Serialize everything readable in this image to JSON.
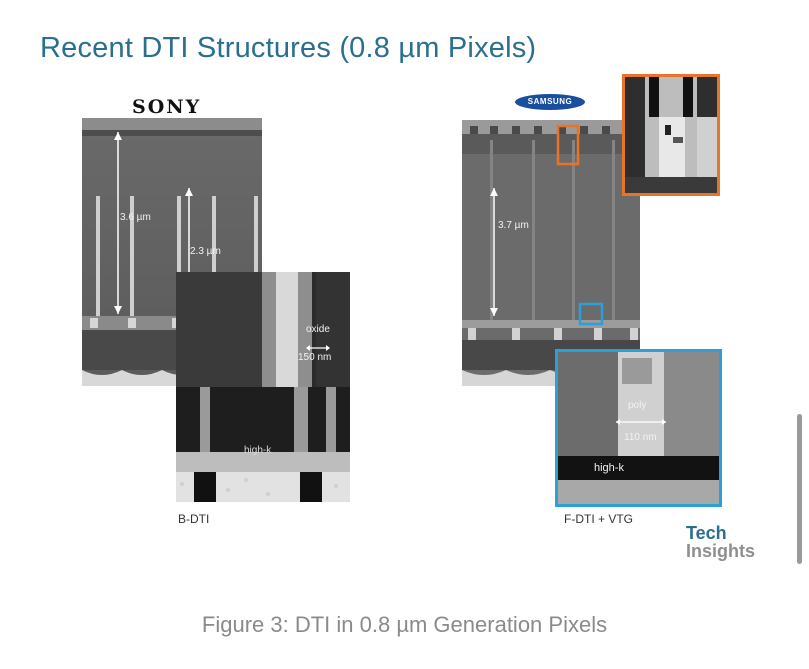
{
  "slide": {
    "title": "Recent DTI Structures (0.8 µm Pixels)",
    "figure_caption": "Figure 3: DTI in 0.8 µm Generation Pixels"
  },
  "left_panel": {
    "logo_text": "SONY",
    "measure_deep": "3.6 µm",
    "measure_shallow": "2.3 µm",
    "inset_oxide": "oxide",
    "inset_width": "150 nm",
    "inset_highk": "high-k",
    "caption": "B-DTI"
  },
  "right_panel": {
    "logo_text": "SAMSUNG",
    "measure_depth": "3.7 µm",
    "inset_poly": "poly",
    "inset_width": "110 nm",
    "inset_highk": "high-k",
    "caption": "F-DTI + VTG",
    "highlight_top_color": "#e8742a",
    "highlight_bottom_color": "#2b9fd8"
  },
  "brand": {
    "line1": "Tech",
    "line2": "Insights"
  },
  "icons": {
    "arrow": "double-arrow-icon"
  }
}
